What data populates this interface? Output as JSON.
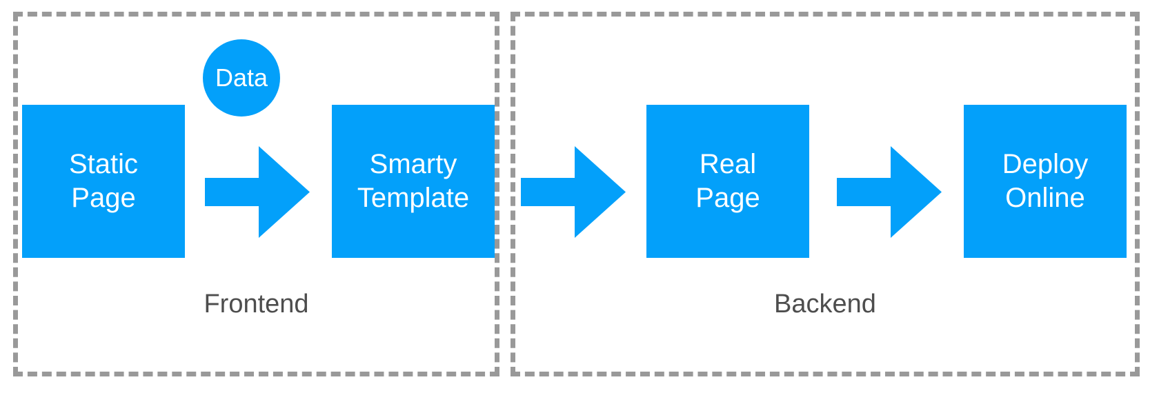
{
  "diagram": {
    "title": "Frontend to Backend page build pipeline",
    "background_color": "#ffffff",
    "accent_color": "#03a0fa",
    "dashed_border_color": "#999999",
    "label_text_color": "#4d4d4d",
    "node_text_color": "#ffffff"
  },
  "groups": [
    {
      "id": "frontend",
      "label": "Frontend"
    },
    {
      "id": "backend",
      "label": "Backend"
    }
  ],
  "nodes": [
    {
      "id": "data",
      "shape": "circle",
      "label": "Data",
      "group": "frontend"
    },
    {
      "id": "static-page",
      "shape": "rect",
      "label": "Static\nPage",
      "group": "frontend"
    },
    {
      "id": "smarty-template",
      "shape": "rect",
      "label": "Smarty\nTemplate",
      "group": "frontend"
    },
    {
      "id": "real-page",
      "shape": "rect",
      "label": "Real\nPage",
      "group": "backend"
    },
    {
      "id": "deploy-online",
      "shape": "rect",
      "label": "Deploy\nOnline",
      "group": "backend"
    }
  ],
  "arrows": [
    {
      "id": "arrow-1",
      "from": "static-page",
      "to": "smarty-template",
      "direction": "right"
    },
    {
      "id": "arrow-2",
      "from": "smarty-template",
      "to": "real-page",
      "direction": "right"
    },
    {
      "id": "arrow-3",
      "from": "real-page",
      "to": "deploy-online",
      "direction": "right"
    }
  ]
}
